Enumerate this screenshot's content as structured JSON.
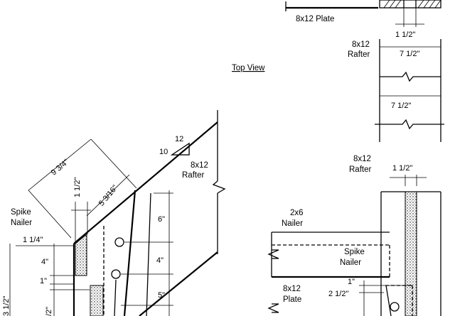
{
  "labels": {
    "plate_top": "8x12 Plate",
    "rafter_top": "8x12",
    "rafter_top_2": "Rafter",
    "top_view": "Top View",
    "dim_1_5_top": "1 1/2\"",
    "dim_7_5_a": "7 1/2\"",
    "dim_7_5_b": "7 1/2\"",
    "rafter_mid": "8x12",
    "rafter_mid_2": "Rafter",
    "dim_1_5_mid": "1 1/2\"",
    "joist": "2x6",
    "joist_2": "Nailer",
    "spike_right": "Spike",
    "spike_right_2": "Nailer",
    "plate_right": "8x12",
    "plate_right_2": "Plate",
    "dim_1_right": "1\"",
    "dim_2_5_right": "2 1/2\"",
    "pitch_rise": "12",
    "pitch_run": "10",
    "rafter_left": "8x12",
    "rafter_left_2": "Rafter",
    "dim_9_75": "9 3/4\"",
    "dim_1_5_left": "1 1/2\"",
    "dim_5_3_16": "5 3/16\"",
    "spike_left": "Spike",
    "spike_left_2": "Nailer",
    "dim_1_25": "1 1/4\"",
    "dim_4_left": "4\"",
    "dim_1_left": "1\"",
    "dim_3_5_left": "3 1/2\"",
    "dim_2_partial": "/2\"",
    "dim_6": "6\"",
    "dim_4_right": "4\"",
    "dim_5": "5\""
  }
}
